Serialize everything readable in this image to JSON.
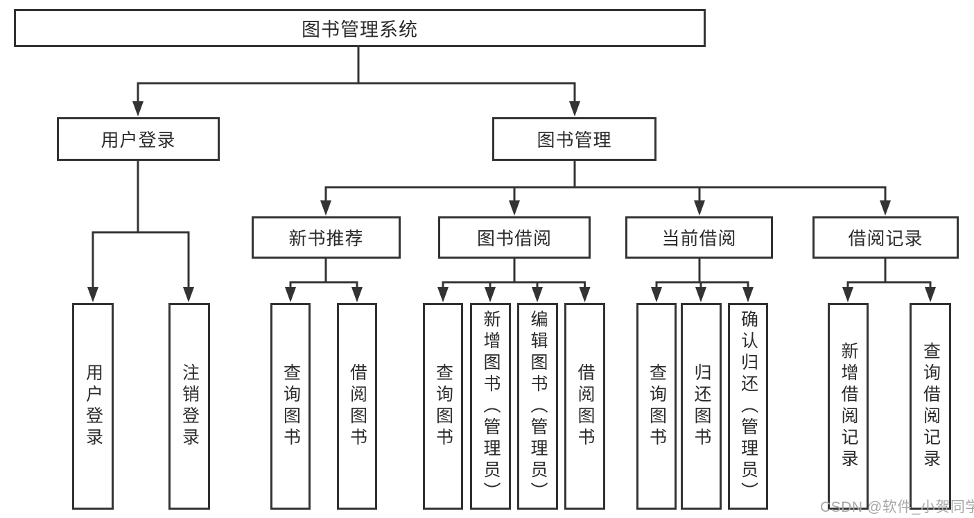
{
  "tree": {
    "label": "图书管理系统",
    "children": [
      {
        "label": "用户登录",
        "children": [
          {
            "label": "用户登录"
          },
          {
            "label": "注销登录"
          }
        ]
      },
      {
        "label": "图书管理",
        "children": [
          {
            "label": "新书推荐",
            "children": [
              {
                "label": "查询图书"
              },
              {
                "label": "借阅图书"
              }
            ]
          },
          {
            "label": "图书借阅",
            "children": [
              {
                "label": "查询图书"
              },
              {
                "label": "新增图书（管理员）"
              },
              {
                "label": "编辑图书（管理员）"
              },
              {
                "label": "借阅图书"
              }
            ]
          },
          {
            "label": "当前借阅",
            "children": [
              {
                "label": "查询图书"
              },
              {
                "label": "归还图书"
              },
              {
                "label": "确认归还（管理员）"
              }
            ]
          },
          {
            "label": "借阅记录",
            "children": [
              {
                "label": "新增借阅记录"
              },
              {
                "label": "查询借阅记录"
              }
            ]
          }
        ]
      }
    ]
  },
  "watermark": {
    "text": "CSDN @软件_小贺同学"
  },
  "colors": {
    "line": "#333333",
    "box_border": "#333333",
    "text": "#2b2b2b",
    "watermark": "#a7a7a7",
    "background": "#ffffff"
  }
}
